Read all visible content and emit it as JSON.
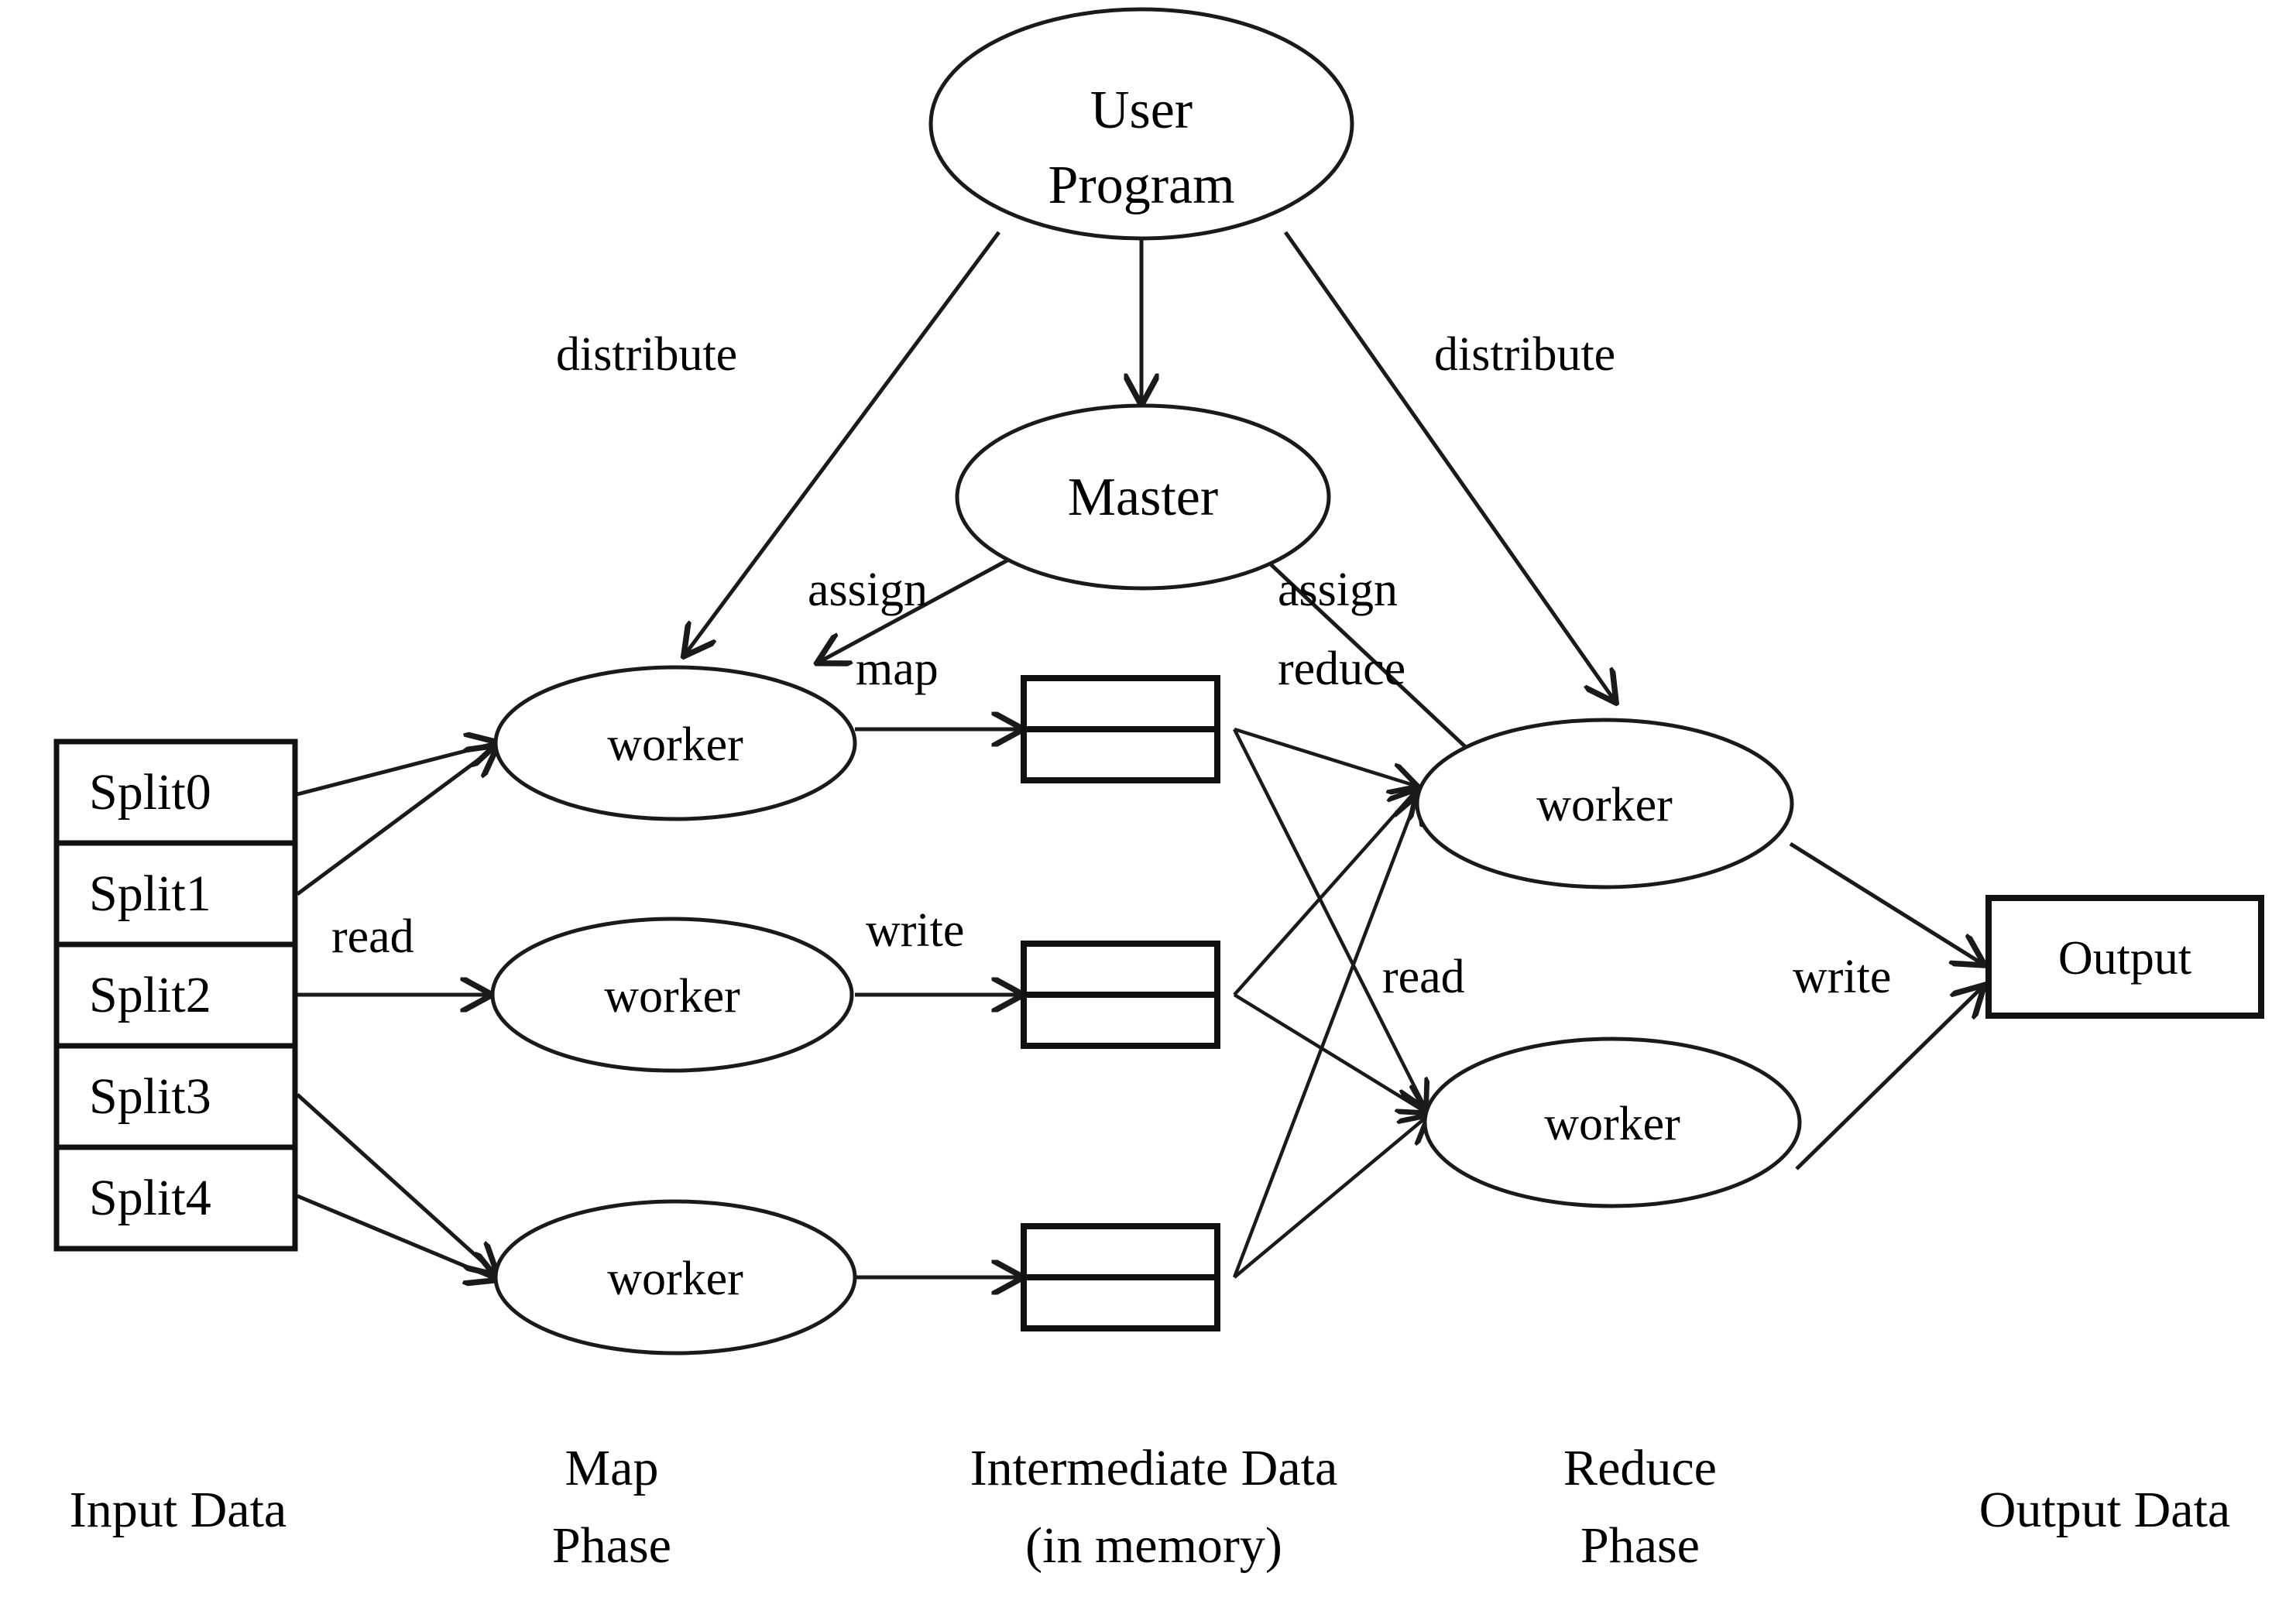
{
  "diagram": {
    "title": "MapReduce Execution Overview",
    "type": "flow-diagram",
    "background_color": "#ffffff",
    "stroke_color": "#1a1a1a",
    "text_color": "#000000"
  },
  "nodes": {
    "user_program": "User Program",
    "user_program_line1": "User",
    "user_program_line2": "Program",
    "master": "Master",
    "map_worker_1": "worker",
    "map_worker_2": "worker",
    "map_worker_3": "worker",
    "reduce_worker_1": "worker",
    "reduce_worker_2": "worker",
    "output": "Output"
  },
  "splits": [
    {
      "label": "Split0"
    },
    {
      "label": "Split1"
    },
    {
      "label": "Split2"
    },
    {
      "label": "Split3"
    },
    {
      "label": "Split4"
    }
  ],
  "intermediate_boxes": [
    {
      "rows": 2
    },
    {
      "rows": 2
    },
    {
      "rows": 2
    }
  ],
  "edge_labels": {
    "distribute_left": "distribute",
    "distribute_right": "distribute",
    "assign_left": "assign",
    "assign_left_2": "map",
    "assign_right": "assign",
    "assign_right_2": "reduce",
    "read_input": "read",
    "write_intermediate": "write",
    "read_intermediate": "read",
    "write_output": "write"
  },
  "phase_labels": [
    {
      "line1": "Input  Data",
      "line2": ""
    },
    {
      "line1": "Map",
      "line2": "Phase"
    },
    {
      "line1": "Intermediate Data",
      "line2": "(in memory)"
    },
    {
      "line1": "Reduce",
      "line2": "Phase"
    },
    {
      "line1": "Output Data",
      "line2": ""
    }
  ]
}
